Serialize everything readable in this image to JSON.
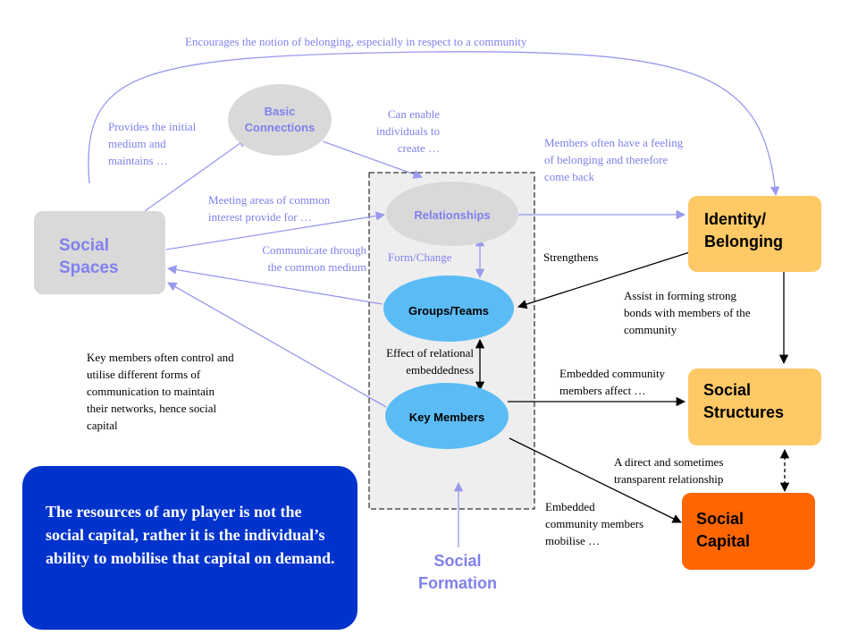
{
  "colors": {
    "accent_line": "#9999ee",
    "light_text": "#8080ee",
    "node_grey": "#d9d9d9",
    "node_blue": "#5bbcf5",
    "node_yellow": "#ffc966",
    "node_orange": "#ff6600",
    "callout_blue": "#0033cc"
  },
  "nodes": {
    "social_spaces": "Social\nSpaces",
    "basic_connections": "Basic\nConnections",
    "relationships": "Relationships",
    "groups_teams": "Groups/Teams",
    "key_members": "Key Members",
    "identity_belonging": "Identity/\nBelonging",
    "social_structures": "Social\nStructures",
    "social_capital": "Social\nCapital",
    "social_formation": "Social\nFormation"
  },
  "labels": {
    "encourages": "Encourages the notion of belonging, especially in respect to a community",
    "provides_initial": "Provides the initial\nmedium and\nmaintains …",
    "can_enable": "Can enable\nindividuals to\ncreate …",
    "members_often": "Members often have a feeling\nof belonging and therefore\ncome back",
    "meeting_areas": "Meeting areas of common\ninterest provide for …",
    "communicate_through": "Communicate through\nthe common medium",
    "form_change": "Form/Change",
    "strengthens": "Strengthens",
    "assist_forming": "Assist in forming strong\nbonds with members of the\ncommunity",
    "key_members_control": "Key members often control and\nutilise different forms of\ncommunication to maintain\ntheir networks, hence social\ncapital",
    "effect_relational": "Effect of relational\nembeddedness",
    "embedded_affect": "Embedded community\nmembers affect …",
    "direct_relationship": "A direct and sometimes\ntransparent relationship",
    "embedded_mobilise": "Embedded\ncommunity members\nmobilise …"
  },
  "callout": {
    "text": "The resources of any player is not the social capital, rather it is the individual’s ability to mobilise that capital on demand."
  }
}
